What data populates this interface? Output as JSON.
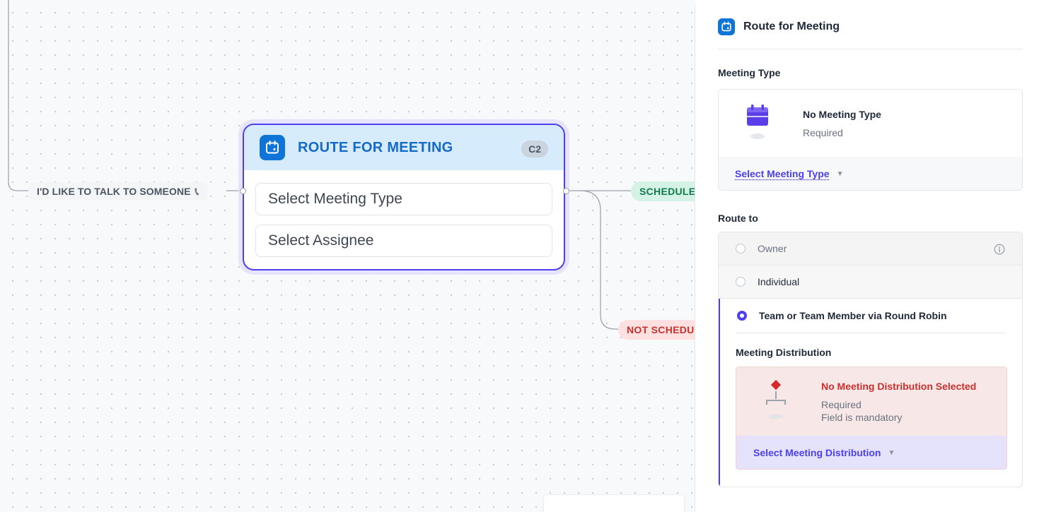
{
  "canvas": {
    "edge_label": "I'D LIKE TO TALK TO SOMEONE",
    "node": {
      "title": "ROUTE FOR MEETING",
      "badge": "C2",
      "fields": [
        "Select Meeting Type",
        "Select Assignee"
      ]
    },
    "outcomes": {
      "scheduled": "SCHEDULE",
      "not_scheduled": "NOT SCHEDU"
    }
  },
  "panel": {
    "title": "Route for Meeting",
    "meeting_type": {
      "label": "Meeting Type",
      "name": "No Meeting Type",
      "status": "Required",
      "select_label": "Select Meeting Type"
    },
    "route_to": {
      "label": "Route to",
      "options": [
        {
          "label": "Owner",
          "selected": false,
          "disabled": true
        },
        {
          "label": "Individual",
          "selected": false
        },
        {
          "label": "Team or Team Member via Round Robin",
          "selected": true
        }
      ]
    },
    "meeting_distribution": {
      "label": "Meeting Distribution",
      "title": "No Meeting Distribution Selected",
      "status": "Required",
      "message": "Field is mandatory",
      "select_label": "Select Meeting Distribution"
    }
  },
  "colors": {
    "accent": "#4f3ff0",
    "node_header": "#d6ecfd",
    "icon_blue": "#0f74d8",
    "success": "#117a4e",
    "error": "#cc2f2c"
  }
}
